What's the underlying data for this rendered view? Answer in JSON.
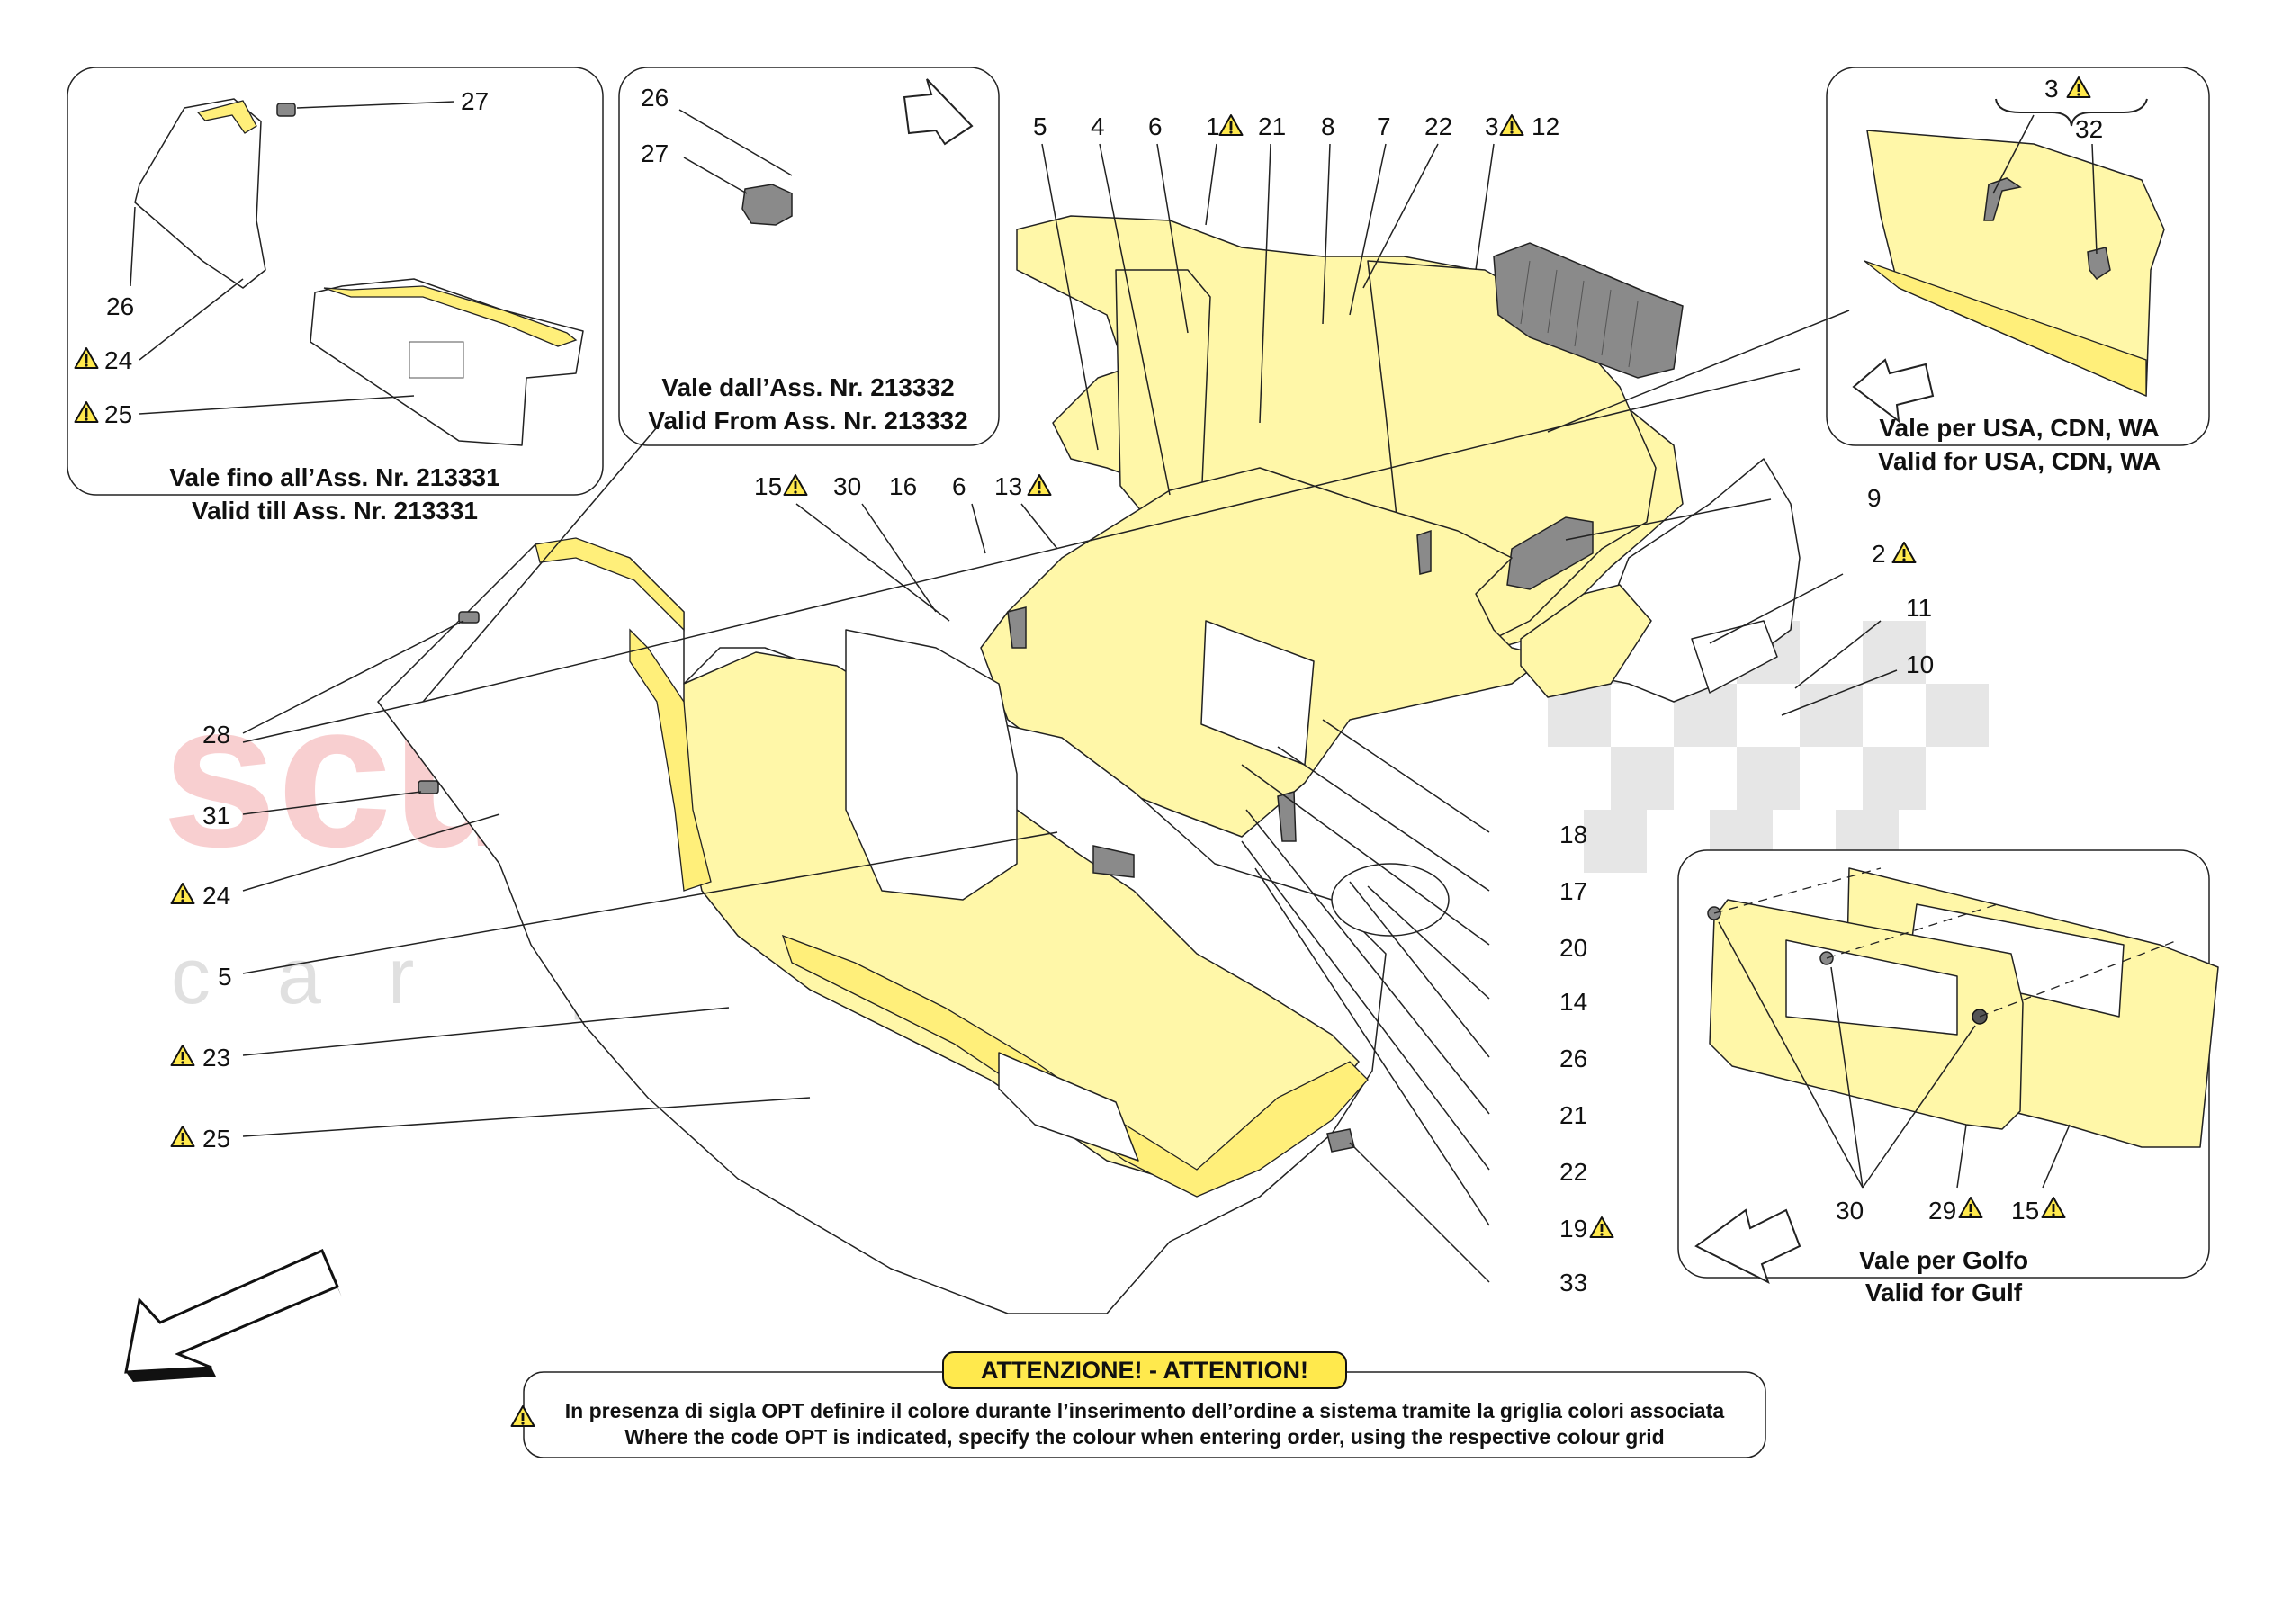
{
  "watermark": {
    "main": "scuderia",
    "sub": "car parts"
  },
  "insets": {
    "top_left": {
      "line1": "Vale fino all’Ass. Nr. 213331",
      "line2": "Valid till Ass. Nr. 213331"
    },
    "top_middle": {
      "line1": "Vale dall’Ass. Nr. 213332",
      "line2": "Valid From Ass. Nr. 213332"
    },
    "top_right": {
      "line1": "Vale per USA, CDN, WA",
      "line2": "Valid for USA, CDN, WA"
    },
    "bottom_right": {
      "line1": "Vale per Golfo",
      "line2": "Valid for Gulf"
    }
  },
  "callouts": {
    "tl_27": "27",
    "tl_26": "26",
    "tl_24": "24",
    "tl_25": "25",
    "tm_26": "26",
    "tm_27": "27",
    "t_5": "5",
    "t_4": "4",
    "t_6": "6",
    "t_1": "1",
    "t_21": "21",
    "t_8": "8",
    "t_7": "7",
    "t_22": "22",
    "t_3": "3",
    "t_12": "12",
    "tr_3": "3",
    "tr_32": "32",
    "m_15": "15",
    "m_30": "30",
    "m_16": "16",
    "m_6": "6",
    "m_13": "13",
    "r_9": "9",
    "r_2": "2",
    "r_11": "11",
    "r_10": "10",
    "r_18": "18",
    "r_17": "17",
    "r_20": "20",
    "r_14": "14",
    "r_26": "26",
    "r_21": "21",
    "r_22": "22",
    "r_19": "19",
    "r_33": "33",
    "l_28": "28",
    "l_31": "31",
    "l_24": "24",
    "l_5": "5",
    "l_23": "23",
    "l_25": "25",
    "br_30": "30",
    "br_29": "29",
    "br_15": "15"
  },
  "notice": {
    "title": "ATTENZIONE! - ATTENTION!",
    "line1": "In presenza di sigla OPT definire il colore durante l’inserimento dell’ordine a sistema tramite la griglia colori associata",
    "line2": "Where the code OPT is indicated, specify the colour when entering order, using the respective colour grid"
  },
  "colors": {
    "part_yellow": "#fff7a8",
    "warning_yellow": "#ffe94d",
    "watermark_red": "#f4a9ab"
  },
  "icons": [
    "warning-triangle-icon",
    "direction-arrow-icon"
  ]
}
